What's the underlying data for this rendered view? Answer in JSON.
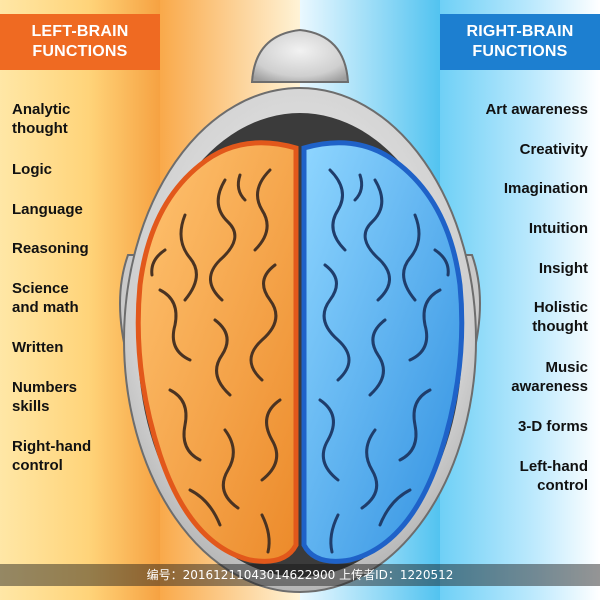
{
  "left_header": {
    "line1": "LEFT-BRAIN",
    "line2": "FUNCTIONS"
  },
  "right_header": {
    "line1": "RIGHT-BRAIN",
    "line2": "FUNCTIONS"
  },
  "left_items": [
    "Analytic\nthought",
    "Logic",
    "Language",
    "Reasoning",
    "Science\nand math",
    "Written",
    "Numbers\nskills",
    "Right-hand\ncontrol"
  ],
  "right_items": [
    "Art awareness",
    "Creativity",
    "Imagination",
    "Intuition",
    "Insight",
    "Holistic\nthought",
    "Music\nawareness",
    "3-D forms",
    "Left-hand\ncontrol"
  ],
  "caption": "编号：20161211043014622900 上传者ID：1220512",
  "colors": {
    "left_accent": "#ef6a22",
    "right_accent": "#1d7fd0",
    "left_brain": "#f5a247",
    "right_brain": "#4fb5ee"
  }
}
